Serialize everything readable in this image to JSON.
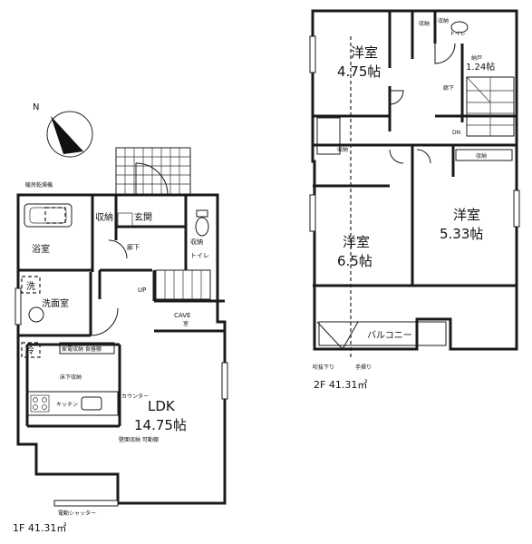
{
  "floor1": {
    "caption": "1F 41.31㎡",
    "ldk_name": "LDK",
    "ldk_size": "14.75帖",
    "bath": "浴室",
    "washroom": "洗面室",
    "wash_mark": "洗",
    "storage1": "収納",
    "storage2": "収納",
    "entrance": "玄関",
    "hall": "廊下",
    "toilet": "トイレ",
    "up": "UP",
    "cave": "CAVE",
    "cave_sub": "室",
    "bath_dryer": "暖房乾燥機",
    "fridge_mark": "冷",
    "pantry": "家電収納 食器棚",
    "kitchen": "キッチン",
    "floor_storage": "床下収納",
    "counter": "カウンター",
    "storage_shelf": "壁面収納 可動棚",
    "shutter": "電動シャッター"
  },
  "floor2": {
    "caption": "2F 41.31㎡",
    "room1_name": "洋室",
    "room1_size": "4.75帖",
    "room2_name": "洋室",
    "room2_size": "6.5帖",
    "room3_name": "洋室",
    "room3_size": "5.33帖",
    "storage_a": "収納",
    "storage_b": "収納",
    "storage_c": "収納",
    "storage_d": "収納",
    "toilet": "トイレ",
    "closet_name": "納戸",
    "closet_size": "1.24帖",
    "hall": "廊下",
    "dn": "DN",
    "balcony": "バルコニー",
    "ceiling_note": "吹抜下り",
    "roof_note": "手摺り"
  },
  "compass": {
    "label": "N"
  }
}
